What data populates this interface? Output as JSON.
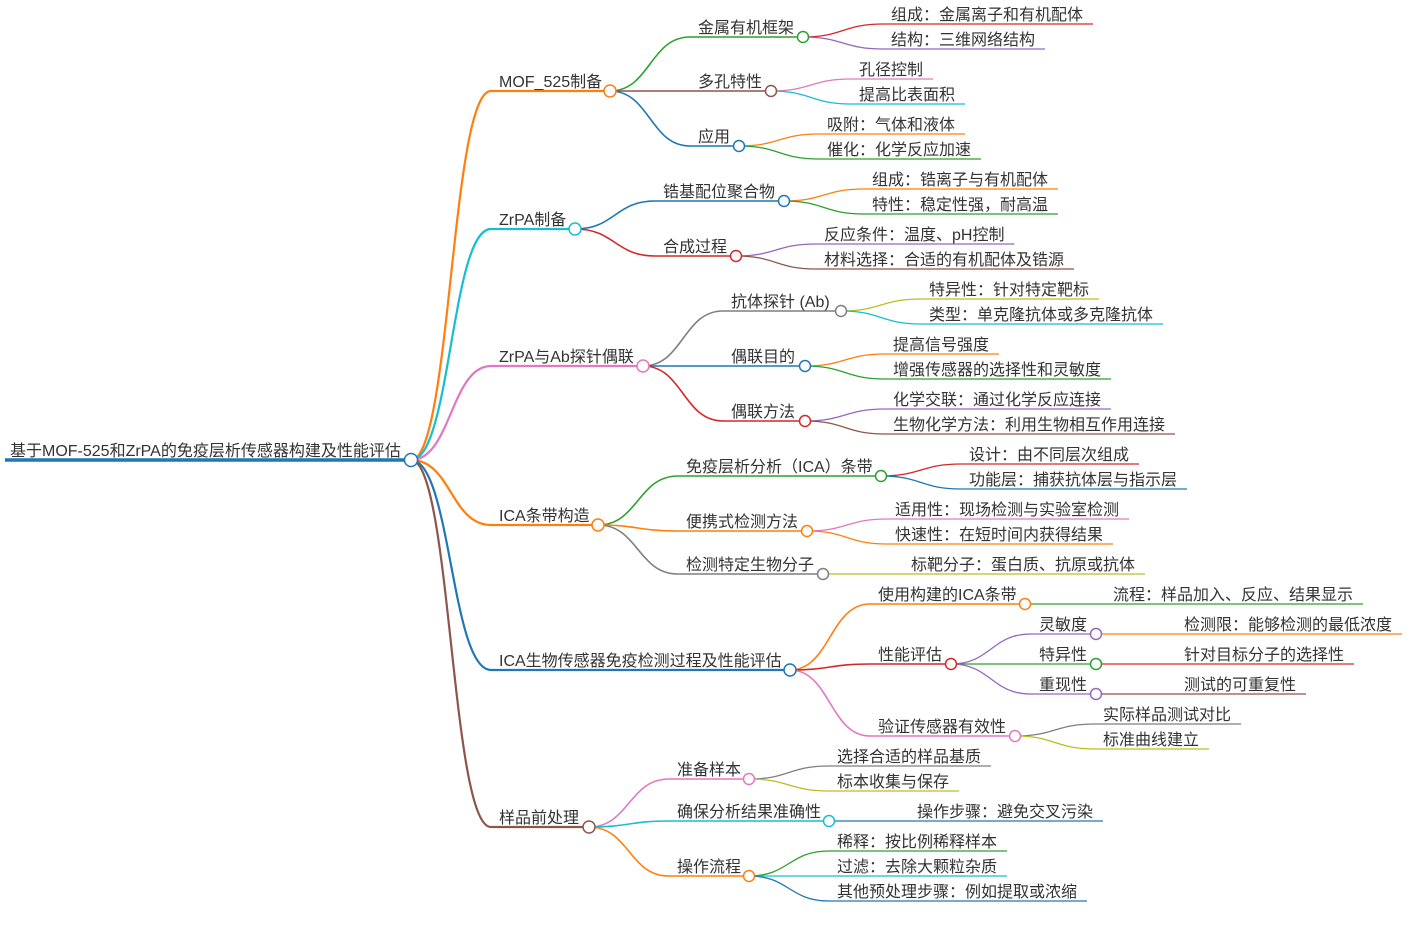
{
  "mindmap": {
    "root": {
      "label": "基于MOF-525和ZrPA的免疫层析传感器构建及性能评估",
      "color": "#1f77b4",
      "children": [
        {
          "label": "MOF_525制备",
          "color": "#ff7f0e",
          "children": [
            {
              "label": "金属有机框架",
              "color": "#2ca02c",
              "children": [
                {
                  "label": "组成：金属离子和有机配体",
                  "color": "#d62728"
                },
                {
                  "label": "结构：三维网络结构",
                  "color": "#9467bd"
                }
              ]
            },
            {
              "label": "多孔特性",
              "color": "#8c564b",
              "children": [
                {
                  "label": "孔径控制",
                  "color": "#e377c2"
                },
                {
                  "label": "提高比表面积",
                  "color": "#17becf"
                }
              ]
            },
            {
              "label": "应用",
              "color": "#1f77b4",
              "children": [
                {
                  "label": "吸附：气体和液体",
                  "color": "#ff7f0e"
                },
                {
                  "label": "催化：化学反应加速",
                  "color": "#2ca02c"
                }
              ]
            }
          ]
        },
        {
          "label": "ZrPA制备",
          "color": "#17becf",
          "children": [
            {
              "label": "锆基配位聚合物",
              "color": "#1f77b4",
              "children": [
                {
                  "label": "组成：锆离子与有机配体",
                  "color": "#ff7f0e"
                },
                {
                  "label": "特性：稳定性强，耐高温",
                  "color": "#2ca02c"
                }
              ]
            },
            {
              "label": "合成过程",
              "color": "#d62728",
              "children": [
                {
                  "label": "反应条件：温度、pH控制",
                  "color": "#9467bd"
                },
                {
                  "label": "材料选择：合适的有机配体及锆源",
                  "color": "#8c564b"
                }
              ]
            }
          ]
        },
        {
          "label": "ZrPA与Ab探针偶联",
          "color": "#e377c2",
          "children": [
            {
              "label": "抗体探针 (Ab)",
              "color": "#7f7f7f",
              "children": [
                {
                  "label": "特异性：针对特定靶标",
                  "color": "#bcbd22"
                },
                {
                  "label": "类型：单克隆抗体或多克隆抗体",
                  "color": "#17becf"
                }
              ]
            },
            {
              "label": "偶联目的",
              "color": "#1f77b4",
              "children": [
                {
                  "label": "提高信号强度",
                  "color": "#ff7f0e"
                },
                {
                  "label": "增强传感器的选择性和灵敏度",
                  "color": "#2ca02c"
                }
              ]
            },
            {
              "label": "偶联方法",
              "color": "#d62728",
              "children": [
                {
                  "label": "化学交联：通过化学反应连接",
                  "color": "#9467bd"
                },
                {
                  "label": "生物化学方法：利用生物相互作用连接",
                  "color": "#8c564b"
                }
              ]
            }
          ]
        },
        {
          "label": "ICA条带构造",
          "color": "#ff7f0e",
          "children": [
            {
              "label": "免疫层析分析（ICA）条带",
              "color": "#2ca02c",
              "children": [
                {
                  "label": "设计：由不同层次组成",
                  "color": "#d62728"
                },
                {
                  "label": "功能层：捕获抗体层与指示层",
                  "color": "#1f77b4"
                }
              ]
            },
            {
              "label": "便携式检测方法",
              "color": "#ff7f0e",
              "children": [
                {
                  "label": "适用性：现场检测与实验室检测",
                  "color": "#e377c2"
                },
                {
                  "label": "快速性：在短时间内获得结果",
                  "color": "#ff7f0e"
                }
              ]
            },
            {
              "label": "检测特定生物分子",
              "color": "#7f7f7f",
              "children": [
                {
                  "label": "标靶分子：蛋白质、抗原或抗体",
                  "color": "#bcbd22"
                }
              ]
            }
          ]
        },
        {
          "label": "ICA生物传感器免疫检测过程及性能评估",
          "color": "#1f77b4",
          "children": [
            {
              "label": "使用构建的ICA条带",
              "color": "#ff7f0e",
              "children": [
                {
                  "label": "流程：样品加入、反应、结果显示",
                  "color": "#2ca02c"
                }
              ]
            },
            {
              "label": "性能评估",
              "color": "#d62728",
              "children": [
                {
                  "label": "灵敏度",
                  "color": "#9467bd",
                  "children": [
                    {
                      "label": "检测限：能够检测的最低浓度",
                      "color": "#ff7f0e"
                    }
                  ]
                },
                {
                  "label": "特异性",
                  "color": "#2ca02c",
                  "children": [
                    {
                      "label": "针对目标分子的选择性",
                      "color": "#d62728"
                    }
                  ]
                },
                {
                  "label": "重现性",
                  "color": "#9467bd",
                  "children": [
                    {
                      "label": "测试的可重复性",
                      "color": "#8c564b"
                    }
                  ]
                }
              ]
            },
            {
              "label": "验证传感器有效性",
              "color": "#e377c2",
              "children": [
                {
                  "label": "实际样品测试对比",
                  "color": "#7f7f7f"
                },
                {
                  "label": "标准曲线建立",
                  "color": "#bcbd22"
                }
              ]
            }
          ]
        },
        {
          "label": "样品前处理",
          "color": "#8c564b",
          "children": [
            {
              "label": "准备样本",
              "color": "#e377c2",
              "children": [
                {
                  "label": "选择合适的样品基质",
                  "color": "#7f7f7f"
                },
                {
                  "label": "标本收集与保存",
                  "color": "#bcbd22"
                }
              ]
            },
            {
              "label": "确保分析结果准确性",
              "color": "#17becf",
              "children": [
                {
                  "label": "操作步骤：避免交叉污染",
                  "color": "#1f77b4"
                }
              ]
            },
            {
              "label": "操作流程",
              "color": "#ff7f0e",
              "children": [
                {
                  "label": "稀释：按比例稀释样本",
                  "color": "#2ca02c"
                },
                {
                  "label": "过滤：去除大颗粒杂质",
                  "color": "#17becf"
                },
                {
                  "label": "其他预处理步骤：例如提取或浓缩",
                  "color": "#1f77b4"
                }
              ]
            }
          ]
        }
      ]
    }
  }
}
